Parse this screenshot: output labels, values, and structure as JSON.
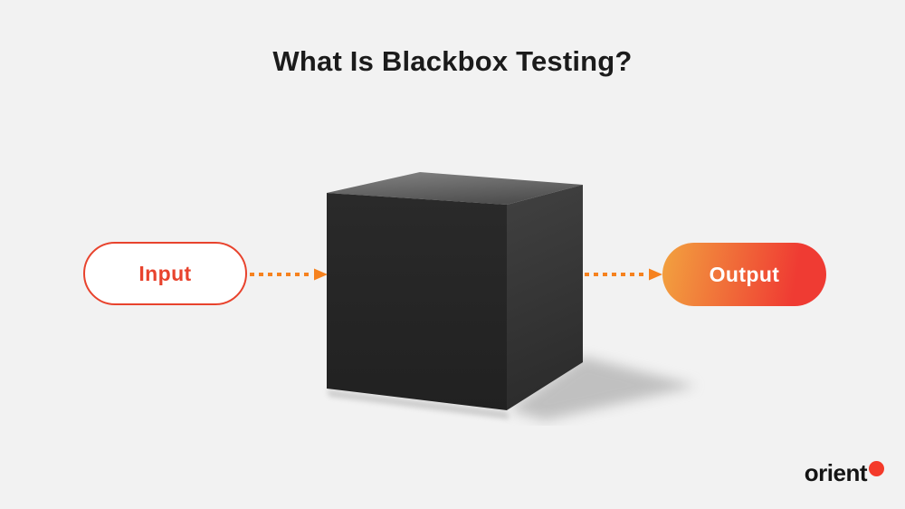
{
  "title": "What Is Blackbox Testing?",
  "diagram": {
    "input": {
      "label": "Input"
    },
    "output": {
      "label": "Output"
    },
    "cube": {
      "description": "black box (system under test)"
    },
    "arrows": {
      "left_icon": "dashed-arrow-right",
      "right_icon": "dashed-arrow-right"
    }
  },
  "logo": {
    "text": "orient",
    "dot_icon": "red-dot"
  },
  "colors": {
    "background": "#f2f2f2",
    "title_text": "#1b1b1b",
    "input_border": "#e8432d",
    "input_text": "#e8432d",
    "arrow_orange": "#f6821f",
    "output_gradient_start": "#f2a23f",
    "output_gradient_end": "#ef3b33",
    "cube_front": "#232323",
    "cube_right": "#3b3b3b",
    "cube_top_light": "#828282",
    "cube_top_dark": "#4f4f4f",
    "logo_text": "#141414",
    "logo_dot": "#f43a2a"
  }
}
